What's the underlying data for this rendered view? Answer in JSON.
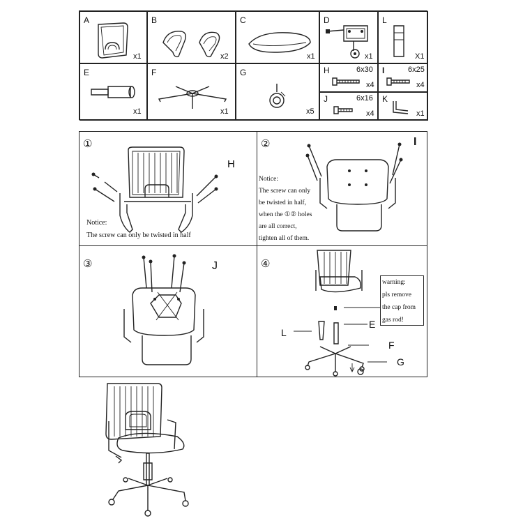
{
  "parts": [
    {
      "letter": "A",
      "qty": "x1"
    },
    {
      "letter": "B",
      "qty": "x2"
    },
    {
      "letter": "C",
      "qty": "x1"
    },
    {
      "letter": "D",
      "qty": "x1"
    },
    {
      "letter": "L",
      "qty": "X1"
    },
    {
      "letter": "E",
      "qty": "x1"
    },
    {
      "letter": "F",
      "qty": "x1"
    },
    {
      "letter": "G",
      "qty": "x5"
    },
    {
      "letter": "H",
      "size": "6x30",
      "qty": "x4"
    },
    {
      "letter": "I",
      "size": "6x25",
      "qty": "x4"
    },
    {
      "letter": "J",
      "size": "6x16",
      "qty": "x4"
    },
    {
      "letter": "K",
      "qty": "x1"
    }
  ],
  "steps": [
    {
      "num": "①",
      "callout": "H",
      "notice": [
        "Notice:",
        "The screw can only be twisted in half"
      ]
    },
    {
      "num": "②",
      "callout": "I",
      "notice": [
        "Notice:",
        "The screw can only",
        "be twisted in half,",
        "when the ①② holes",
        "are all correct,",
        "tighten all of them."
      ]
    },
    {
      "num": "③",
      "callout": "J"
    },
    {
      "num": "④",
      "warning": [
        "warning:",
        "pls remove",
        "the cap from",
        "gas rod!"
      ],
      "labels": {
        "L": "L",
        "E": "E",
        "F": "F",
        "G": "G"
      }
    }
  ]
}
